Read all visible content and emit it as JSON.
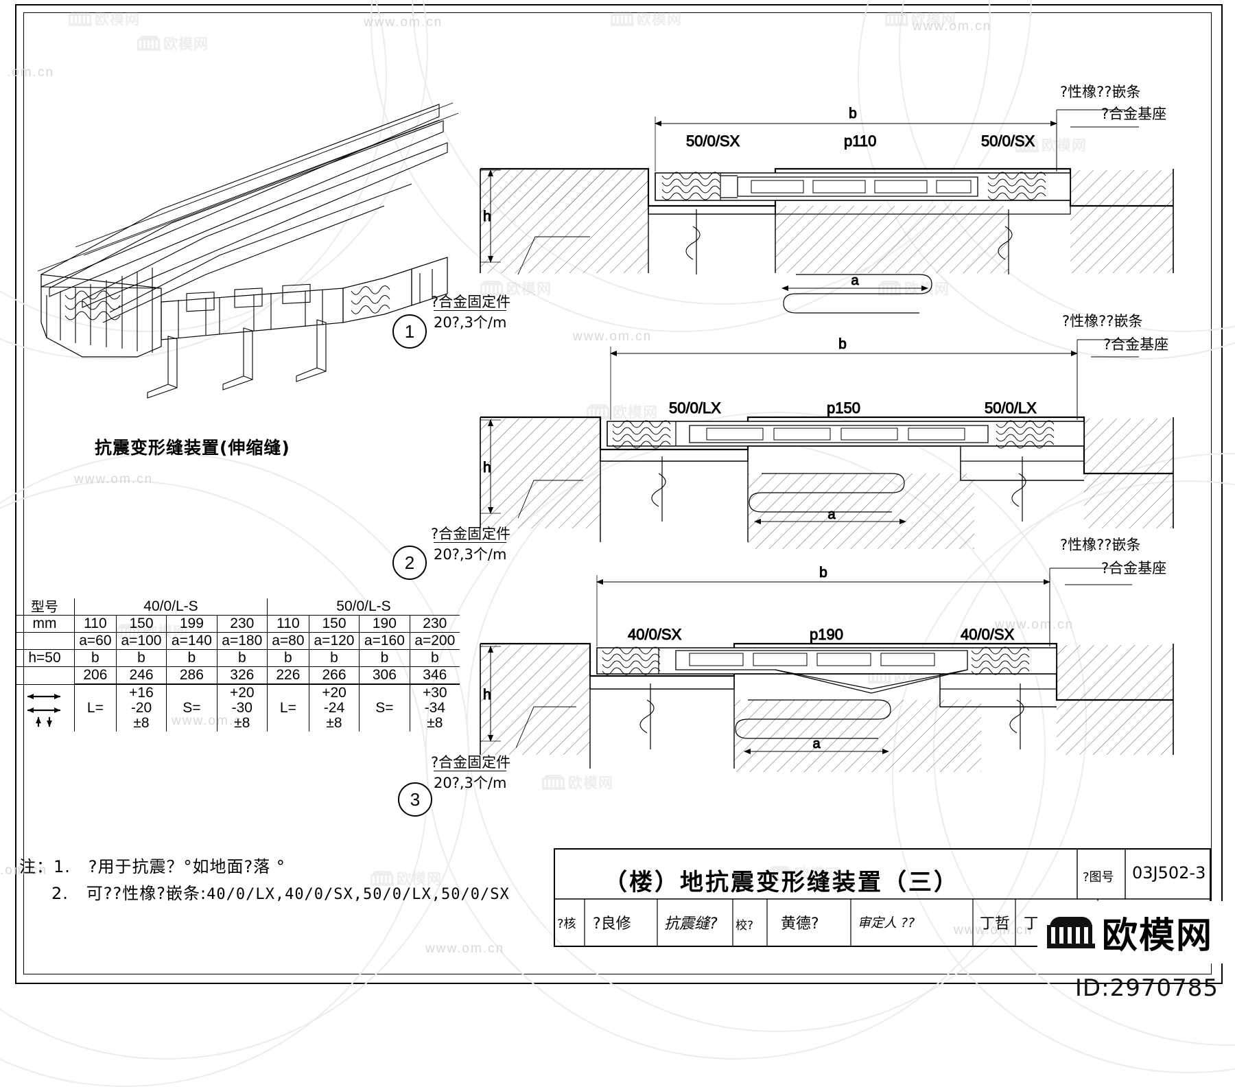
{
  "sheet": {
    "drawing_number": "03J502-3",
    "drawing_number_label": "?图号",
    "title": "（楼）地抗震变形缝装置（三）"
  },
  "iso_view": {
    "caption": "抗震变形缝装置(伸缩缝)"
  },
  "details": [
    {
      "bubble": "1",
      "dim_b": "b",
      "dim_h": "h",
      "dim_a": "a",
      "left_profile": "50/0/SX",
      "center_profile": "p110",
      "right_profile": "50/0/SX",
      "callout_rubber": "?性橡??嵌条",
      "callout_base": "?合金基座",
      "callout_fixing": "?合金固定件",
      "callout_fixing_spec": "20?,3个/m"
    },
    {
      "bubble": "2",
      "dim_b": "b",
      "dim_h": "h",
      "dim_a": "a",
      "left_profile": "50/0/LX",
      "center_profile": "p150",
      "right_profile": "50/0/LX",
      "callout_rubber": "?性橡??嵌条",
      "callout_base": "?合金基座",
      "callout_fixing": "?合金固定件",
      "callout_fixing_spec": "20?,3个/m"
    },
    {
      "bubble": "3",
      "dim_b": "b",
      "dim_h": "h",
      "dim_a": "a",
      "left_profile": "40/0/SX",
      "center_profile": "p190",
      "right_profile": "40/0/SX",
      "callout_rubber": "?性橡??嵌条",
      "callout_base": "?合金基座",
      "callout_fixing": "?合金固定件",
      "callout_fixing_spec": "20?,3个/m"
    }
  ],
  "param_table": {
    "row_model_label": "型号",
    "row_mm_label": "mm",
    "row_h_label": "h=50",
    "group_headers": [
      "40/0/L-S",
      "50/0/L-S"
    ],
    "widths": [
      "110",
      "150",
      "199",
      "230",
      "110",
      "150",
      "190",
      "230"
    ],
    "a_values": [
      "a=60",
      "a=100",
      "a=140",
      "a=180",
      "a=80",
      "a=120",
      "a=160",
      "a=200"
    ],
    "b_labels": [
      "b",
      "b",
      "b",
      "b",
      "b",
      "b",
      "b",
      "b"
    ],
    "b_values": [
      "206",
      "246",
      "286",
      "326",
      "226",
      "266",
      "306",
      "346"
    ],
    "movement": [
      {
        "sym": "L=",
        "plus": "+16",
        "minus": "-20",
        "pm": "±8"
      },
      {
        "sym": "S=",
        "plus": "+20",
        "minus": "-30",
        "pm": "±8"
      },
      {
        "sym": "L=",
        "plus": "+20",
        "minus": "-24",
        "pm": "±8"
      },
      {
        "sym": "S=",
        "plus": "+30",
        "minus": "-34",
        "pm": "±8"
      }
    ]
  },
  "notes": {
    "head": "注：1.",
    "line1": "?用于抗震？°如地面?落 °",
    "line2_no": "2.",
    "line2": "可??性橡?嵌条:",
    "line2_models": "40/0/LX,40/0/SX,50/0/LX,50/0/SX"
  },
  "title_block": {
    "cells": [
      "?核",
      "?良修",
      "抗震缝?",
      "校?",
      "黄德?",
      "审定人 ??",
      "丁哲",
      "丁"
    ]
  },
  "watermark": {
    "url_text": "www.om.cn",
    "brand_text": "欧模网",
    "id_text": "ID:2970785"
  },
  "colors": {
    "line": "#000000",
    "watermark": "#d8d8d8",
    "hatch": "#555555"
  }
}
